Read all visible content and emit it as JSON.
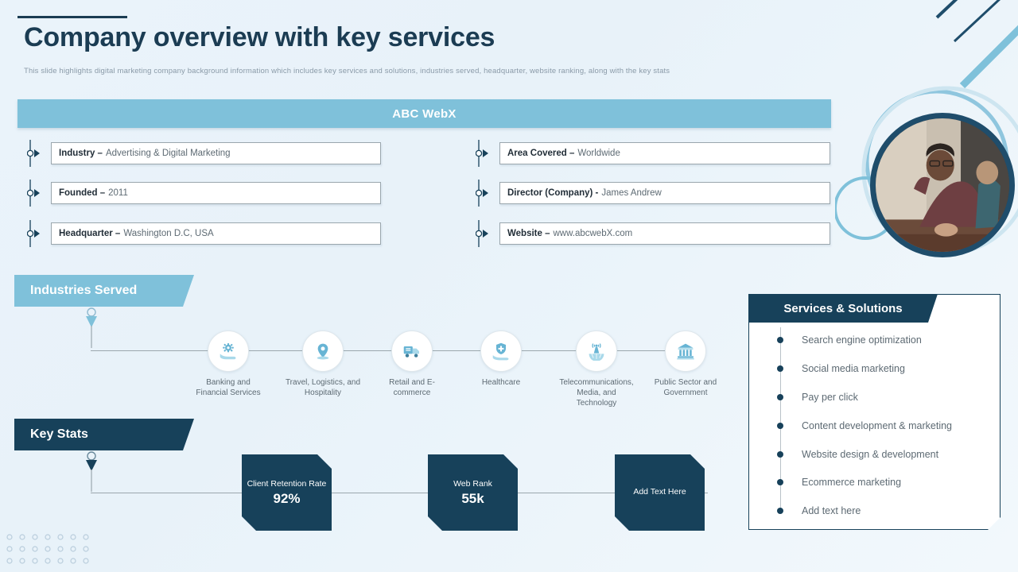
{
  "header": {
    "title": "Company overview with key services",
    "subtitle": "This slide highlights digital marketing company background information which includes key services and solutions, industries served, headquarter, website ranking, along with the key stats"
  },
  "company": {
    "band_title": "ABC WebX",
    "fields": [
      {
        "label": "Industry –",
        "value": "Advertising & Digital Marketing"
      },
      {
        "label": "Area Covered –",
        "value": "Worldwide"
      },
      {
        "label": "Founded –",
        "value": "2011"
      },
      {
        "label": "Director (Company) -",
        "value": "James Andrew"
      },
      {
        "label": "Headquarter –",
        "value": "Washington D.C, USA"
      },
      {
        "label": "Website –",
        "value": "www.abcwebX.com"
      }
    ]
  },
  "industries": {
    "tab_label": "Industries Served",
    "items": [
      {
        "icon": "hand-gear-icon",
        "label": "Banking and Financial Services"
      },
      {
        "icon": "location-pin-icon",
        "label": "Travel, Logistics, and Hospitality"
      },
      {
        "icon": "delivery-truck-icon",
        "label": "Retail and E-commerce"
      },
      {
        "icon": "hand-medical-shield-icon",
        "label": "Healthcare"
      },
      {
        "icon": "antenna-tower-icon",
        "label": "Telecommunications, Media, and Technology"
      },
      {
        "icon": "government-building-icon",
        "label": "Public Sector and Government"
      }
    ]
  },
  "key_stats": {
    "tab_label": "Key Stats",
    "cards": [
      {
        "label": "Client Retention Rate",
        "value": "92%"
      },
      {
        "label": "Web Rank",
        "value": "55k"
      },
      {
        "label": "Add Text Here",
        "value": ""
      }
    ]
  },
  "services": {
    "panel_title": "Services & Solutions",
    "items": [
      "Search engine optimization",
      "Social media marketing",
      "Pay per click",
      "Content development & marketing",
      "Website design & development",
      "Ecommerce marketing",
      "Add text here"
    ]
  },
  "colors": {
    "navy": "#17415a",
    "light_blue": "#7fc1da",
    "background": "#eaf3fa",
    "text_gray": "#5d6a73"
  }
}
